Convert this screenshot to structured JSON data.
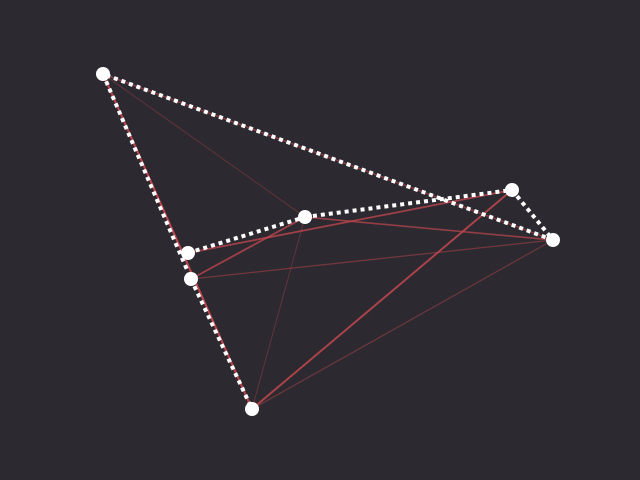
{
  "game": {
    "background_color": "#2c2a30",
    "node_color": "#ffffff",
    "red_color": "#c9484f",
    "white_path_color": "#ffffff",
    "nodes": [
      {
        "id": "A",
        "label": ""
      },
      {
        "id": "B",
        "label": ""
      },
      {
        "id": "C",
        "label": ""
      },
      {
        "id": "D",
        "label": ""
      },
      {
        "id": "E",
        "label": ""
      },
      {
        "id": "F",
        "label": ""
      },
      {
        "id": "G",
        "label": ""
      }
    ],
    "red_edges": [
      {
        "from": "A",
        "to": "G",
        "strength": 0.9
      },
      {
        "from": "G",
        "to": "E",
        "strength": 0.8
      },
      {
        "from": "B",
        "to": "E",
        "strength": 0.7
      },
      {
        "from": "C",
        "to": "D",
        "strength": 0.7
      },
      {
        "from": "D",
        "to": "F",
        "strength": 0.6
      },
      {
        "from": "C",
        "to": "F",
        "strength": 0.35
      },
      {
        "from": "G",
        "to": "F",
        "strength": 0.3
      },
      {
        "from": "A",
        "to": "D",
        "strength": 0.2
      },
      {
        "from": "D",
        "to": "G",
        "strength": 0.2
      },
      {
        "from": "A",
        "to": "F",
        "strength": 0.5
      }
    ],
    "white_path": [
      "B",
      "D",
      "E",
      "F",
      "A",
      "C",
      "G"
    ]
  }
}
